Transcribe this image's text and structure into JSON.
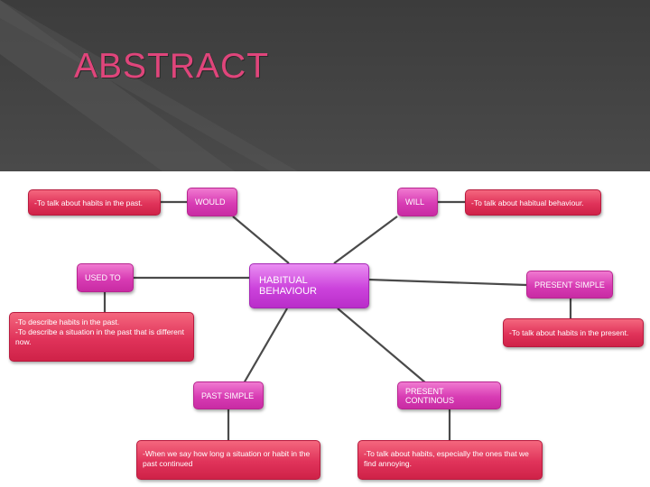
{
  "slide": {
    "title": "ABSTRACT"
  },
  "diagram": {
    "central": "HABITUAL BEHAVIOUR",
    "topics": {
      "would": "WOULD",
      "will": "WILL",
      "used_to": "USED TO",
      "present_simple": "PRESENT SIMPLE",
      "past_simple": "PAST SIMPLE",
      "present_continous": "PRESENT CONTINOUS"
    },
    "notes": {
      "would": [
        "-To talk about habits in the past."
      ],
      "will": [
        "-To talk about habitual behaviour."
      ],
      "used_to": [
        "-To describe habits in the past.",
        "-To describe a situation in the past that is different",
        "now."
      ],
      "present_simple": [
        "-To talk about habits in the present."
      ],
      "past_simple": [
        "-When we say how long a situation or habit in the",
        "past continued"
      ],
      "present_continous": [
        "-To talk about habits, especially the ones that we",
        "find annoying."
      ]
    }
  },
  "colors": {
    "title": "#e0457b",
    "header_bg": "#444444",
    "topic_node": "#d83cb4",
    "central_node": "#cc43dc",
    "note_node": "#e0335a",
    "connector": "#4a4a4a"
  }
}
